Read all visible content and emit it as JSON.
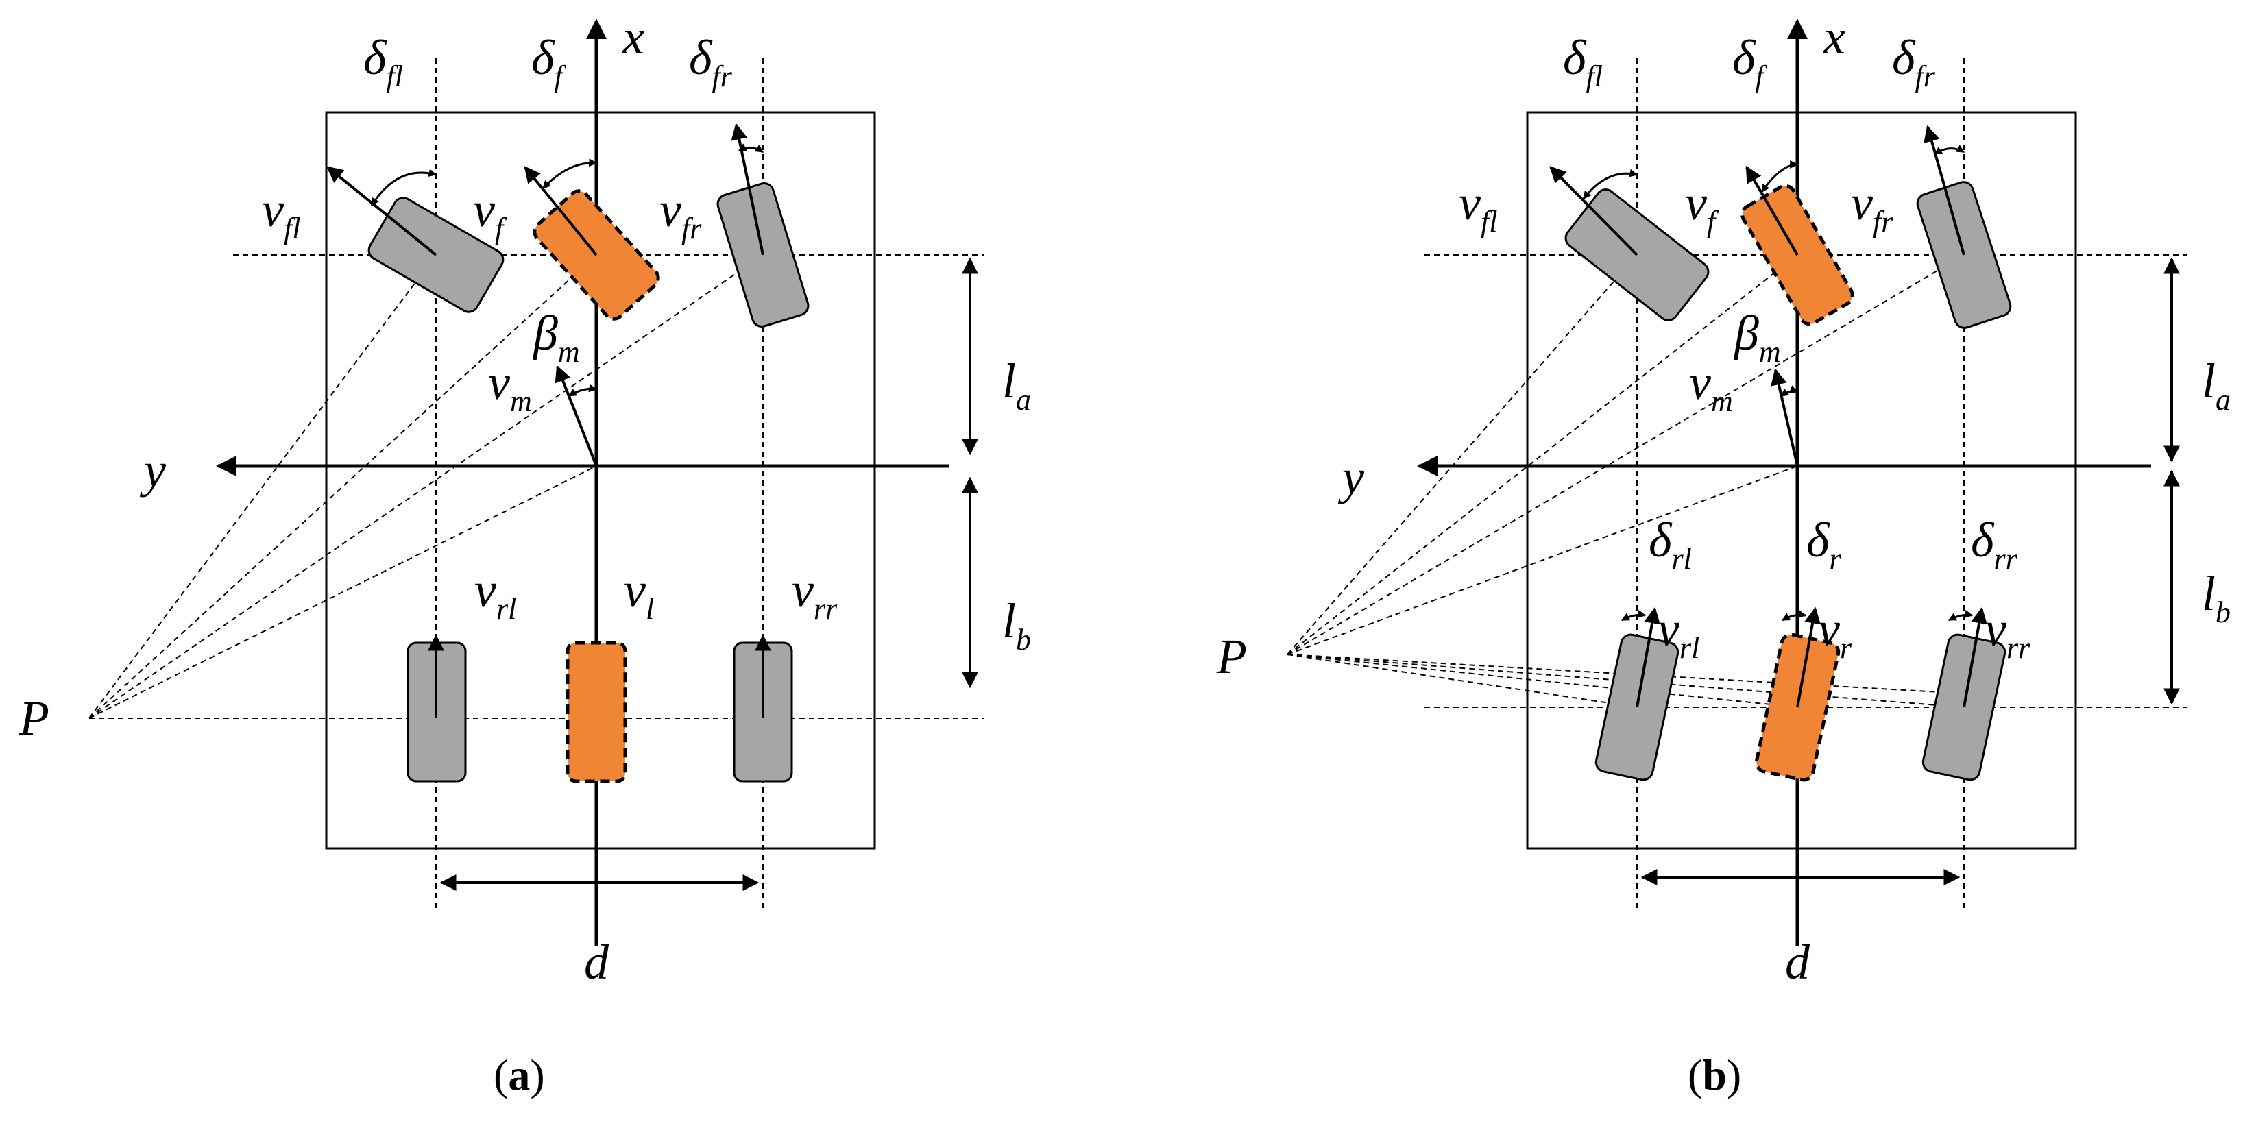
{
  "colors": {
    "driven_wheel": "#F08536",
    "wheel": "#A6A6A6",
    "line": "#000000"
  },
  "panel_a": {
    "caption_open": "(",
    "caption_letter": "a",
    "caption_close": ")",
    "labels": {
      "x_axis": "x",
      "y_axis": "y",
      "delta_fl": "δ",
      "delta_fl_sub": "fl",
      "delta_f": "δ",
      "delta_f_sub": "f",
      "delta_fr": "δ",
      "delta_fr_sub": "fr",
      "v_fl": "v",
      "v_fl_sub": "fl",
      "v_f": "v",
      "v_f_sub": "f",
      "v_fr": "v",
      "v_fr_sub": "fr",
      "beta_m": "β",
      "beta_m_sub": "m",
      "v_m": "v",
      "v_m_sub": "m",
      "l_a": "l",
      "l_a_sub": "a",
      "l_b": "l",
      "l_b_sub": "b",
      "v_rl": "v",
      "v_rl_sub": "rl",
      "v_l": "v",
      "v_l_sub": "l",
      "v_rr": "v",
      "v_rr_sub": "rr",
      "p": "P",
      "d": "d"
    }
  },
  "panel_b": {
    "caption_open": "(",
    "caption_letter": "b",
    "caption_close": ")",
    "labels": {
      "x_axis": "x",
      "y_axis": "y",
      "delta_fl": "δ",
      "delta_fl_sub": "fl",
      "delta_f": "δ",
      "delta_f_sub": "f",
      "delta_fr": "δ",
      "delta_fr_sub": "fr",
      "v_fl": "v",
      "v_fl_sub": "fl",
      "v_f": "v",
      "v_f_sub": "f",
      "v_fr": "v",
      "v_fr_sub": "fr",
      "beta_m": "β",
      "beta_m_sub": "m",
      "v_m": "v",
      "v_m_sub": "m",
      "l_a": "l",
      "l_a_sub": "a",
      "l_b": "l",
      "l_b_sub": "b",
      "delta_rl": "δ",
      "delta_rl_sub": "rl",
      "delta_r": "δ",
      "delta_r_sub": "r",
      "delta_rr": "δ",
      "delta_rr_sub": "rr",
      "v_rl": "v",
      "v_rl_sub": "rl",
      "v_r": "v",
      "v_r_sub": "r",
      "v_rr": "v",
      "v_rr_sub": "rr",
      "p": "P",
      "d": "d"
    }
  }
}
